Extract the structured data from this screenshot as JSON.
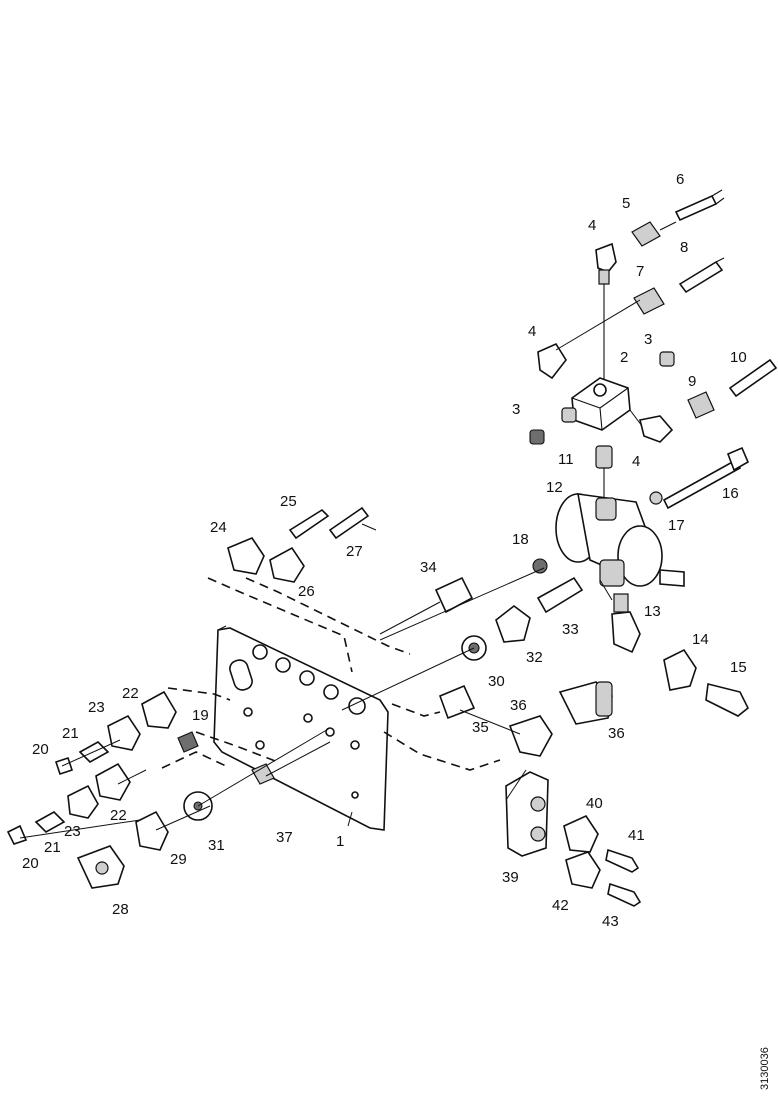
{
  "drawing_code": "3130036",
  "callouts": [
    "1",
    "2",
    "3",
    "3",
    "4",
    "4",
    "4",
    "5",
    "6",
    "7",
    "8",
    "9",
    "10",
    "11",
    "12",
    "13",
    "14",
    "15",
    "16",
    "17",
    "18",
    "19",
    "20",
    "20",
    "21",
    "21",
    "22",
    "22",
    "23",
    "23",
    "24",
    "25",
    "26",
    "27",
    "28",
    "29",
    "30",
    "31",
    "32",
    "33",
    "34",
    "35",
    "36",
    "36",
    "37",
    "39",
    "40",
    "41",
    "42",
    "43"
  ]
}
